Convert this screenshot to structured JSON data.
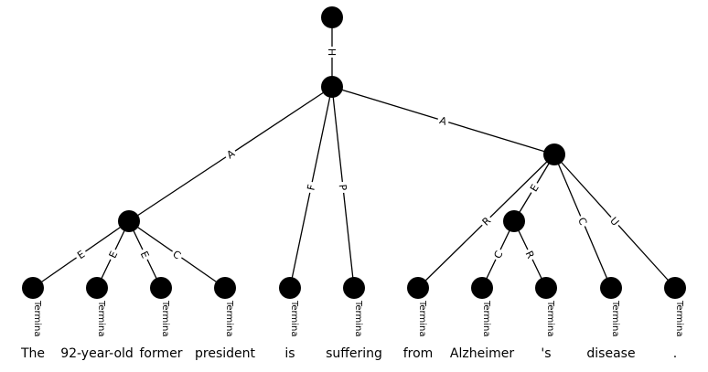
{
  "diagram": {
    "nodes": [
      {
        "id": "n0"
      },
      {
        "id": "n1"
      },
      {
        "id": "n2"
      },
      {
        "id": "n3"
      },
      {
        "id": "n4"
      },
      {
        "id": "t0",
        "label": "Termina",
        "word": "The"
      },
      {
        "id": "t1",
        "label": "Termina",
        "word": "92-year-old"
      },
      {
        "id": "t2",
        "label": "Termina",
        "word": "former"
      },
      {
        "id": "t3",
        "label": "Termina",
        "word": "president"
      },
      {
        "id": "t4",
        "label": "Termina",
        "word": "is"
      },
      {
        "id": "t5",
        "label": "Termina",
        "word": "suffering"
      },
      {
        "id": "t6",
        "label": "Termina",
        "word": "from"
      },
      {
        "id": "t7",
        "label": "Termina",
        "word": "Alzheimer"
      },
      {
        "id": "t8",
        "label": "Termina",
        "word": "'s"
      },
      {
        "id": "t9",
        "label": "Termina",
        "word": "disease"
      },
      {
        "id": "t10",
        "label": "Termina",
        "word": "."
      }
    ],
    "edges": [
      {
        "from": "n0",
        "to": "n1",
        "label": "H"
      },
      {
        "from": "n1",
        "to": "n2",
        "label": "A"
      },
      {
        "from": "n1",
        "to": "t4",
        "label": "F"
      },
      {
        "from": "n1",
        "to": "t5",
        "label": "P"
      },
      {
        "from": "n1",
        "to": "n3",
        "label": "A"
      },
      {
        "from": "n2",
        "to": "t0",
        "label": "E"
      },
      {
        "from": "n2",
        "to": "t1",
        "label": "E"
      },
      {
        "from": "n2",
        "to": "t2",
        "label": "E"
      },
      {
        "from": "n2",
        "to": "t3",
        "label": "C"
      },
      {
        "from": "n3",
        "to": "t6",
        "label": "R"
      },
      {
        "from": "n3",
        "to": "n4",
        "label": "E"
      },
      {
        "from": "n3",
        "to": "t9",
        "label": "C"
      },
      {
        "from": "n3",
        "to": "t10",
        "label": "U"
      },
      {
        "from": "n4",
        "to": "t7",
        "label": "C"
      },
      {
        "from": "n4",
        "to": "t8",
        "label": "R"
      }
    ]
  }
}
